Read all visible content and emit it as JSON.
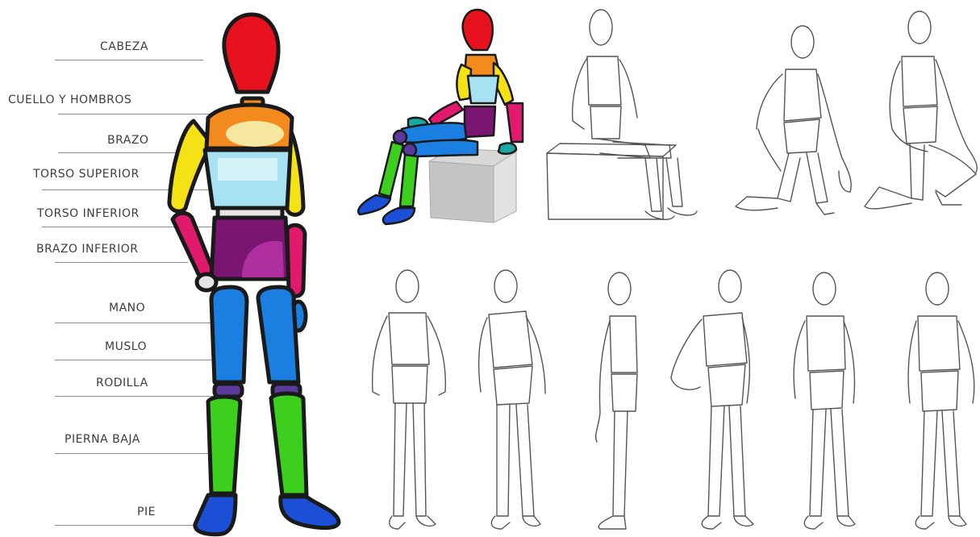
{
  "labels": {
    "cabeza": "CABEZA",
    "cuello": "CUELLO Y HOMBROS",
    "brazo": "BRAZO",
    "torso_superior": "TORSO SUPERIOR",
    "torso_inferior": "TORSO INFERIOR",
    "brazo_inferior": "BRAZO INFERIOR",
    "mano": "MANO",
    "muslo": "MUSLO",
    "rodilla": "RODILLA",
    "pierna_baja": "PIERNA BAJA",
    "pie": "PIE"
  },
  "colors": {
    "head": "#e8121f",
    "shoulders": "#f28a1e",
    "arm": "#f5e216",
    "chest": "#a6e2f2",
    "pelvis": "#7a1672",
    "forearm": "#e21a6e",
    "thigh": "#1a7fe0",
    "knee": "#5a3a9a",
    "shin": "#3ccf1e",
    "foot": "#1a4fd6",
    "outline": "#1a1a1a",
    "sketch": "#555555"
  }
}
